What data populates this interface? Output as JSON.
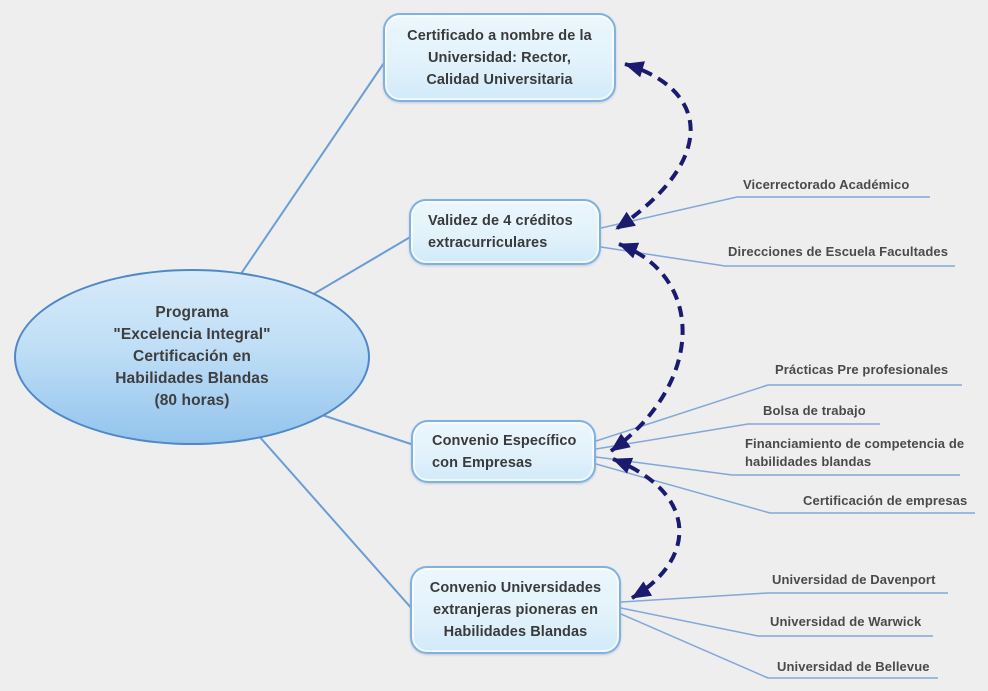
{
  "colors": {
    "background": "#EEEEEE",
    "branch_line": "#6B9CD3",
    "leaf_line": "#82A7D9",
    "arrow": "#1A1A6E",
    "node_border": "#7FB2E0",
    "node_fill_top": "#ECF6FD",
    "node_fill_bottom": "#D2EAF9",
    "root_border": "#4E88C7",
    "root_fill_top": "#D7EAF9",
    "root_fill_bottom": "#93C4ED",
    "node_text": "#3A3A3A",
    "leaf_text": "#4A4A4A"
  },
  "root": {
    "label": "Programa\n\"Excelencia Integral\"\nCertificación en\nHabilidades Blandas\n(80 horas)"
  },
  "nodes": [
    {
      "label": "Certificado a nombre de la\nUniversidad: Rector,\nCalidad Universitaria"
    },
    {
      "label": "Validez de 4 créditos\nextracurriculares"
    },
    {
      "label": "Convenio Específico\ncon Empresas"
    },
    {
      "label": "Convenio Universidades\nextranjeras pioneras en\nHabilidades Blandas"
    }
  ],
  "leaves": [
    {
      "label": "Vicerrectorado Académico",
      "parent": "Validez de 4 créditos extracurriculares"
    },
    {
      "label": "Direcciones de Escuela Facultades",
      "parent": "Validez de 4 créditos extracurriculares"
    },
    {
      "label": "Prácticas Pre profesionales",
      "parent": "Convenio Específico con Empresas"
    },
    {
      "label": "Bolsa de trabajo",
      "parent": "Convenio Específico con Empresas"
    },
    {
      "label": "Financiamiento de competencia de\nhabilidades blandas",
      "parent": "Convenio Específico con Empresas"
    },
    {
      "label": "Certificación de empresas",
      "parent": "Convenio Específico con Empresas"
    },
    {
      "label": "Universidad de Davenport",
      "parent": "Convenio Universidades extranjeras pioneras en Habilidades Blandas"
    },
    {
      "label": "Universidad de Warwick",
      "parent": "Convenio Universidades extranjeras pioneras en Habilidades Blandas"
    },
    {
      "label": "Universidad de Bellevue",
      "parent": "Convenio Universidades extranjeras pioneras en Habilidades Blandas"
    }
  ]
}
